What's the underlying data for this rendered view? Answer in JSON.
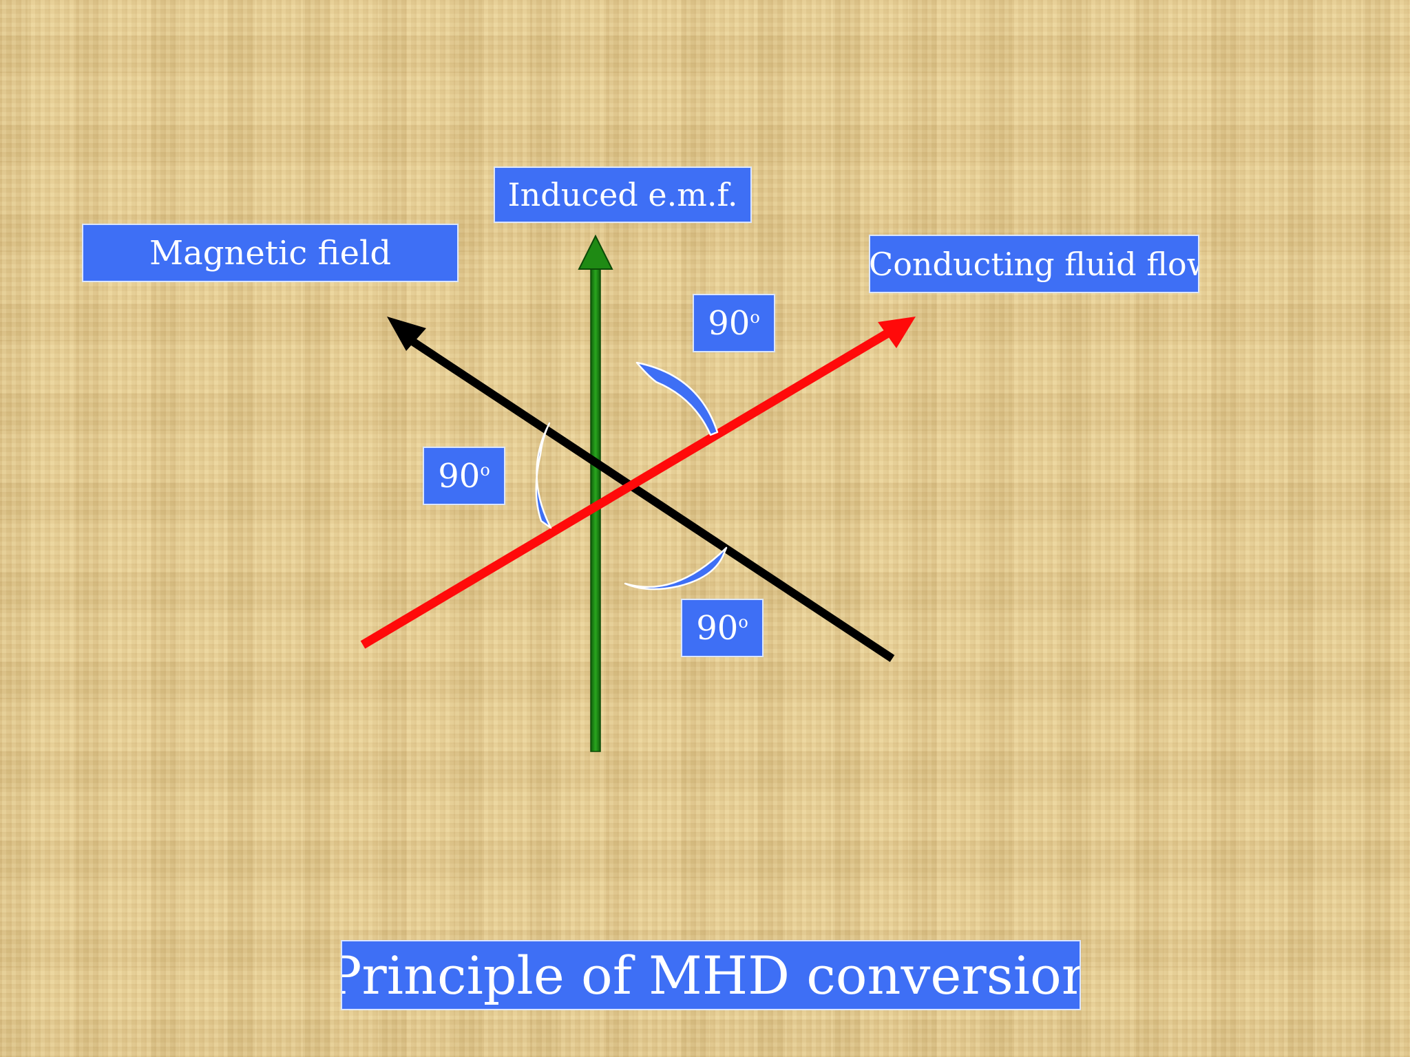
{
  "title": "Principle of MHD conversion",
  "labels": {
    "induced_emf": "Induced e.m.f.",
    "magnetic_field": "Magnetic field",
    "conducting_fluid_flow": "Conducting fluid flow"
  },
  "angles": [
    {
      "value": "90",
      "unit": "o"
    },
    {
      "value": "90",
      "unit": "o"
    },
    {
      "value": "90",
      "unit": "o"
    }
  ],
  "colors": {
    "label_box": "#3e6ff5",
    "induced_emf_arrow": "#1f8a14",
    "magnetic_field_arrow": "#000000",
    "fluid_flow_arrow": "#ff0a0a",
    "angle_arc": "#3e6ff5"
  }
}
